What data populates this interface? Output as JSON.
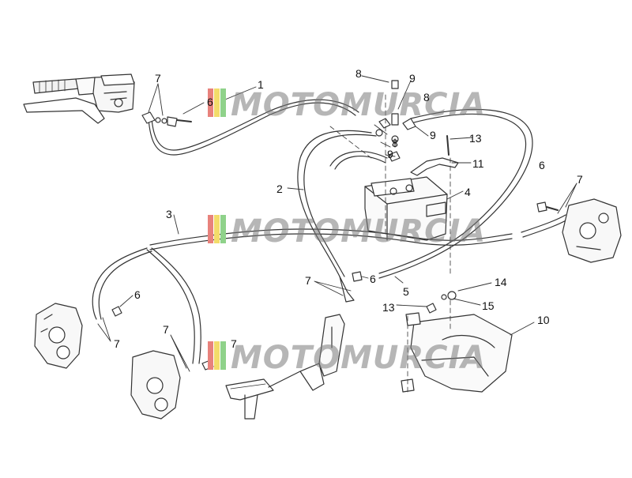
{
  "diagram": {
    "callouts": [
      {
        "id": "c7a",
        "label": "7"
      },
      {
        "id": "c6a",
        "label": "6"
      },
      {
        "id": "c1",
        "label": "1"
      },
      {
        "id": "c8a",
        "label": "8"
      },
      {
        "id": "c9a",
        "label": "9"
      },
      {
        "id": "c8b",
        "label": "8"
      },
      {
        "id": "c9b",
        "label": "9"
      },
      {
        "id": "c8c",
        "label": "8"
      },
      {
        "id": "c9c",
        "label": "9"
      },
      {
        "id": "c13a",
        "label": "13"
      },
      {
        "id": "c11",
        "label": "11"
      },
      {
        "id": "c2",
        "label": "2"
      },
      {
        "id": "c4",
        "label": "4"
      },
      {
        "id": "c3",
        "label": "3"
      },
      {
        "id": "c6b",
        "label": "6"
      },
      {
        "id": "c7b",
        "label": "7"
      },
      {
        "id": "c6c",
        "label": "6"
      },
      {
        "id": "c7c",
        "label": "7"
      },
      {
        "id": "c6d",
        "label": "6"
      },
      {
        "id": "c7d",
        "label": "7"
      },
      {
        "id": "c5",
        "label": "5"
      },
      {
        "id": "c14",
        "label": "14"
      },
      {
        "id": "c13b",
        "label": "13"
      },
      {
        "id": "c15",
        "label": "15"
      },
      {
        "id": "c10",
        "label": "10"
      },
      {
        "id": "c7e",
        "label": "7"
      },
      {
        "id": "c7f",
        "label": "7"
      }
    ],
    "watermark": {
      "text": "MOTOMURCIA",
      "colors": {
        "red": "#e8827c",
        "yellow": "#f3dc6a",
        "green": "#8fd28a",
        "text": "#7a7a7a"
      }
    }
  }
}
